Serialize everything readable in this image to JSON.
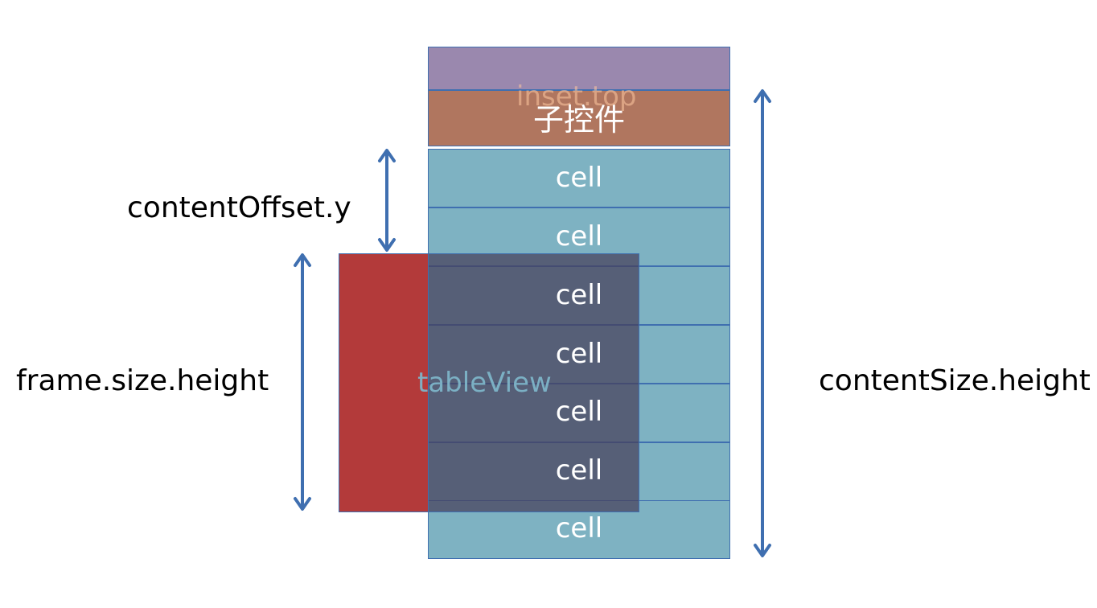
{
  "labels": {
    "inset_top": "inset.top",
    "subview": "子控件",
    "cell": "cell",
    "table_view": "tableView",
    "content_offset_y": "contentOffset.y",
    "frame_size_height": "frame.size.height",
    "content_size_height": "contentSize.height"
  },
  "cells": [
    "cell",
    "cell",
    "cell",
    "cell",
    "cell",
    "cell",
    "cell"
  ],
  "colors": {
    "inset_top": "#9a88ae",
    "subview": "#b0765f",
    "cell": "#7eb2c2",
    "table_view": "#b33a3a",
    "arrow": "#3f6fb0",
    "border": "#3f6fb0"
  }
}
